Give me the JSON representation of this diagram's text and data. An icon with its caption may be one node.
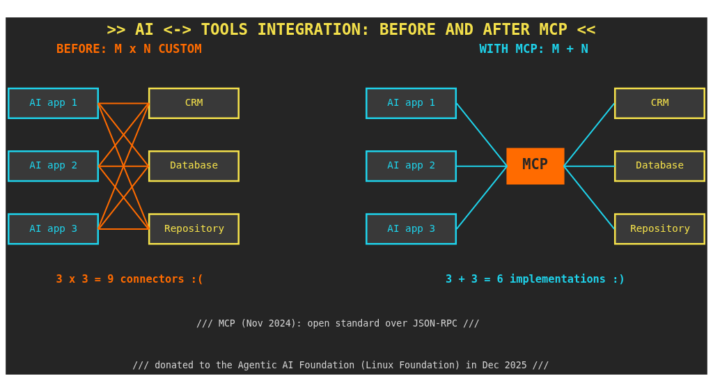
{
  "diagram": {
    "title": ">> AI <-> TOOLS INTEGRATION: BEFORE AND AFTER MCP <<",
    "nodes": [
      {
        "text": [
          "AI app 1"
        ]
      },
      {
        "text": [
          "AI app 2"
        ]
      },
      {
        "text": [
          "AI app 3"
        ]
      },
      {
        "text": [
          "CRM"
        ]
      },
      {
        "text": [
          "Database"
        ]
      },
      {
        "text": [
          "Repository"
        ]
      },
      {
        "text": [
          "AI app 1"
        ]
      },
      {
        "text": [
          "AI app 2"
        ]
      },
      {
        "text": [
          "AI app 3"
        ]
      },
      {
        "text": [
          "MCP"
        ]
      },
      {
        "text": [
          "CRM"
        ]
      },
      {
        "text": [
          "Database"
        ]
      },
      {
        "text": [
          "Repository"
        ]
      }
    ],
    "edges": [
      {
        "from": 0,
        "to": 3,
        "arrow": "none"
      },
      {
        "from": 0,
        "to": 4,
        "arrow": "none"
      },
      {
        "from": 0,
        "to": 5,
        "arrow": "none"
      },
      {
        "from": 1,
        "to": 3,
        "arrow": "none"
      },
      {
        "from": 1,
        "to": 4,
        "arrow": "none"
      },
      {
        "from": 1,
        "to": 5,
        "arrow": "none"
      },
      {
        "from": 2,
        "to": 3,
        "arrow": "none"
      },
      {
        "from": 2,
        "to": 4,
        "arrow": "none"
      },
      {
        "from": 2,
        "to": 5,
        "arrow": "none"
      },
      {
        "from": 6,
        "to": 9,
        "arrow": "none",
        "color": "#1fd2ea"
      },
      {
        "from": 7,
        "to": 9,
        "arrow": "none",
        "color": "#1fd2ea"
      },
      {
        "from": 8,
        "to": 9,
        "arrow": "none",
        "color": "#1fd2ea"
      },
      {
        "from": 9,
        "to": 10,
        "arrow": "none",
        "color": "#1fd2ea"
      },
      {
        "from": 9,
        "to": 11,
        "arrow": "none",
        "color": "#1fd2ea"
      },
      {
        "from": 9,
        "to": 12,
        "arrow": "none",
        "color": "#1fd2ea"
      }
    ],
    "labels": [
      "BEFORE: M x N CUSTOM",
      "WITH MCP: M + N",
      "3 x 3 = 9 connectors :(",
      "3 + 3 = 6 implementations :)",
      "/// MCP (Nov 2024): open standard over JSON-RPC ///",
      "/// donated to the Agentic AI Foundation (Linux Foundation) in Dec 2025 ///"
    ]
  }
}
